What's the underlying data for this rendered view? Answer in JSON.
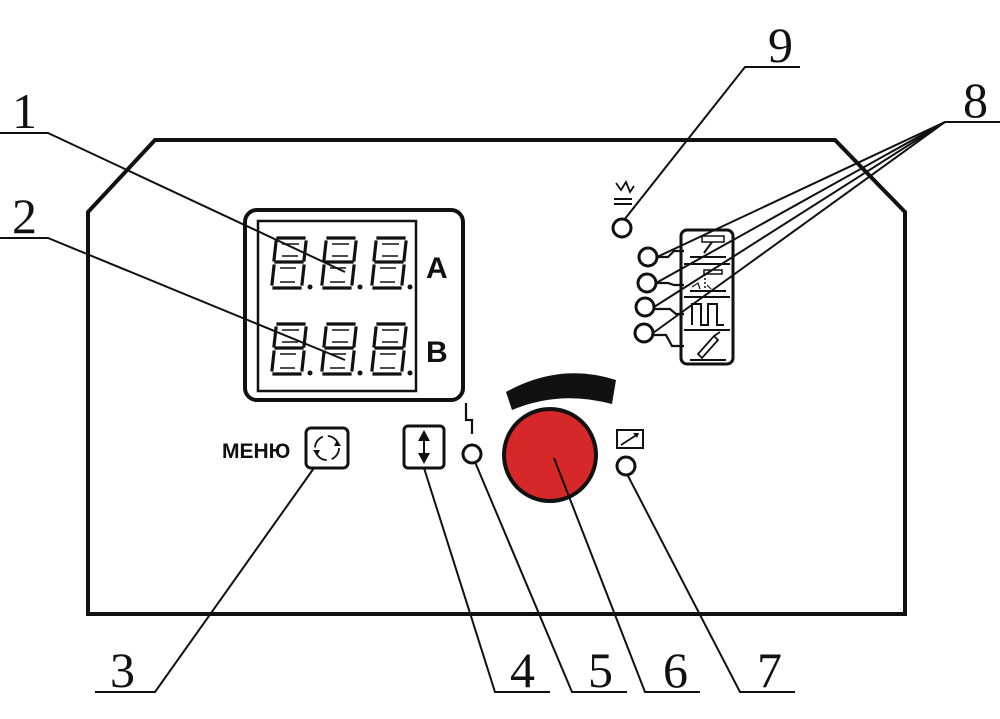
{
  "callouts": {
    "n1": "1",
    "n2": "2",
    "n3": "3",
    "n4": "4",
    "n5": "5",
    "n6": "6",
    "n7": "7",
    "n8": "8",
    "n9": "9"
  },
  "panel": {
    "display_a_label": "A",
    "display_b_label": "B",
    "menu_label": "МЕНЮ"
  },
  "colors": {
    "knob": "#d62828",
    "line": "#111111",
    "background": "#ffffff"
  },
  "icons": {
    "menu_button": "rotate-arrows-icon",
    "select_button": "up-down-arrows-icon",
    "fault_indicator": "lightning-icon",
    "hot_start_indicator": "ramp-icon",
    "remote_indicator": "spark-icon",
    "mode_icons": [
      "mma-icon",
      "tig-icon",
      "pulse-icon",
      "torch-icon"
    ]
  }
}
